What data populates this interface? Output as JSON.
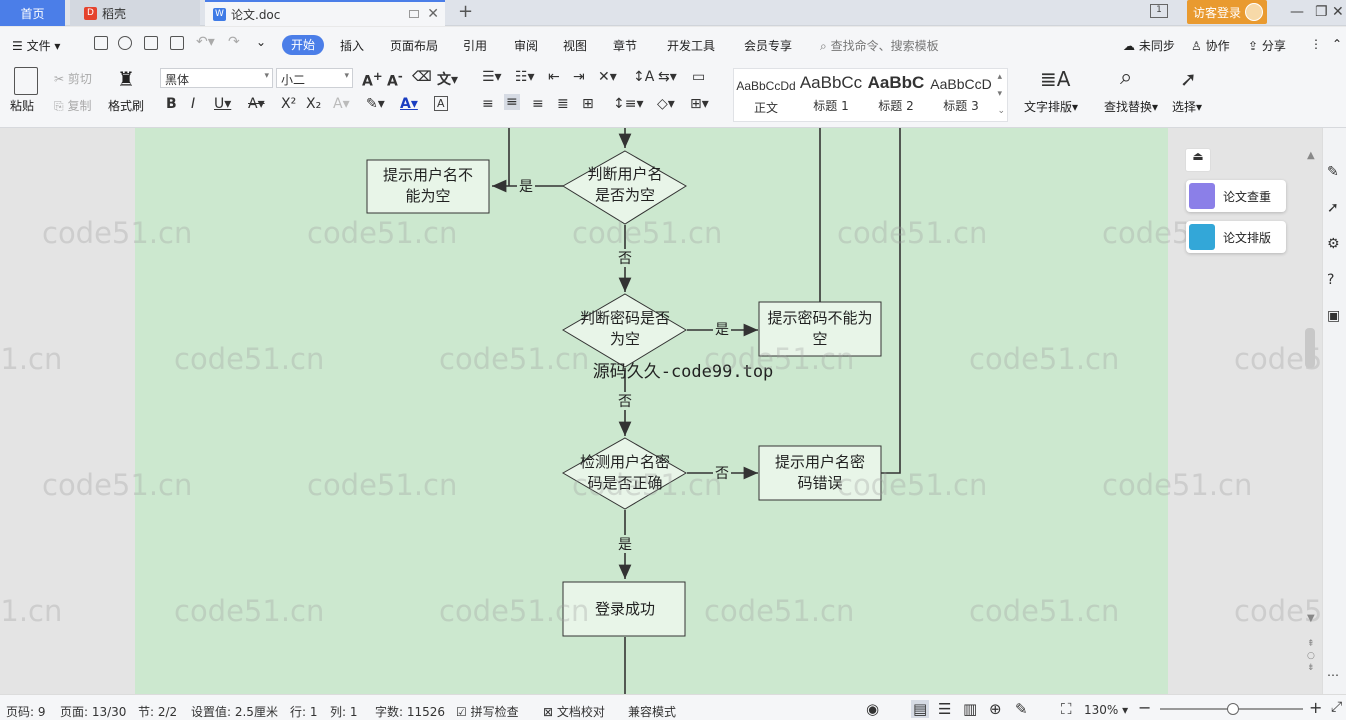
{
  "tabs": {
    "home": "首页",
    "daoke": "稻壳",
    "doc": "论文.doc",
    "login": "访客登录"
  },
  "menu": {
    "file": "文件",
    "items": [
      "开始",
      "插入",
      "页面布局",
      "引用",
      "审阅",
      "视图",
      "章节",
      "开发工具",
      "会员专享"
    ],
    "search_placeholder": "查找命令、搜索模板",
    "sync": "未同步",
    "collab": "协作",
    "share": "分享"
  },
  "toolbar": {
    "paste": "粘贴",
    "cut": "剪切",
    "copy": "复制",
    "format_painter": "格式刷",
    "font": "黑体",
    "size": "小二",
    "styles": [
      {
        "preview": "AaBbCcDd",
        "name": "正文"
      },
      {
        "preview": "AaBbCc",
        "name": "标题 1"
      },
      {
        "preview": "AaBbC",
        "name": "标题 2"
      },
      {
        "preview": "AaBbCcD",
        "name": "标题 3"
      }
    ],
    "text_layout": "文字排版",
    "find_replace": "查找替换",
    "select": "选择"
  },
  "flow": {
    "check_user": "判断用户名是否为空",
    "tip_user": "提示用户名不能为空",
    "check_pwd": "判断密码是否为空",
    "tip_pwd": "提示密码不能为空",
    "verify": "检测用户名密码是否正确",
    "tip_err": "提示用户名密码错误",
    "success": "登录成功",
    "yes": "是",
    "no": "否",
    "watermark_mid": "源码久久-code99.top"
  },
  "side": {
    "check": "论文查重",
    "layout": "论文排版"
  },
  "watermark": "code51.cn",
  "status": {
    "page_no": "页码: 9",
    "page": "页面: 13/30",
    "section": "节: 2/2",
    "setting": "设置值: 2.5厘米",
    "row": "行: 1",
    "col": "列: 1",
    "words": "字数: 11526",
    "spell": "拼写检查",
    "proof": "文档校对",
    "compat": "兼容模式",
    "zoom": "130%"
  }
}
